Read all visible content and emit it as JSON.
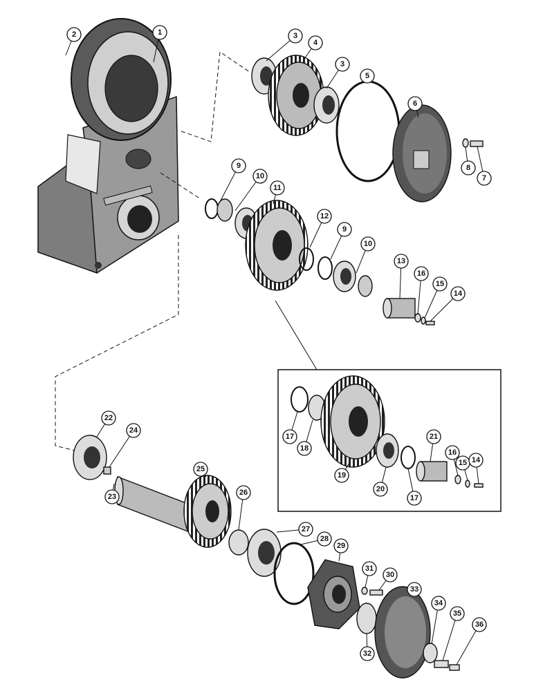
{
  "figure": {
    "callouts": [
      "1",
      "2",
      "3",
      "4",
      "3",
      "5",
      "6",
      "7",
      "8",
      "9",
      "10",
      "11",
      "12",
      "9",
      "10",
      "13",
      "16",
      "15",
      "14",
      "17",
      "18",
      "19",
      "20",
      "17",
      "21",
      "16",
      "15",
      "14",
      "22",
      "24",
      "23",
      "25",
      "26",
      "27",
      "28",
      "29",
      "31",
      "30",
      "32",
      "33",
      "34",
      "35",
      "36"
    ]
  },
  "colors": {
    "ink": "#111111",
    "housing": "#8a8a8a",
    "paper": "#ffffff"
  }
}
